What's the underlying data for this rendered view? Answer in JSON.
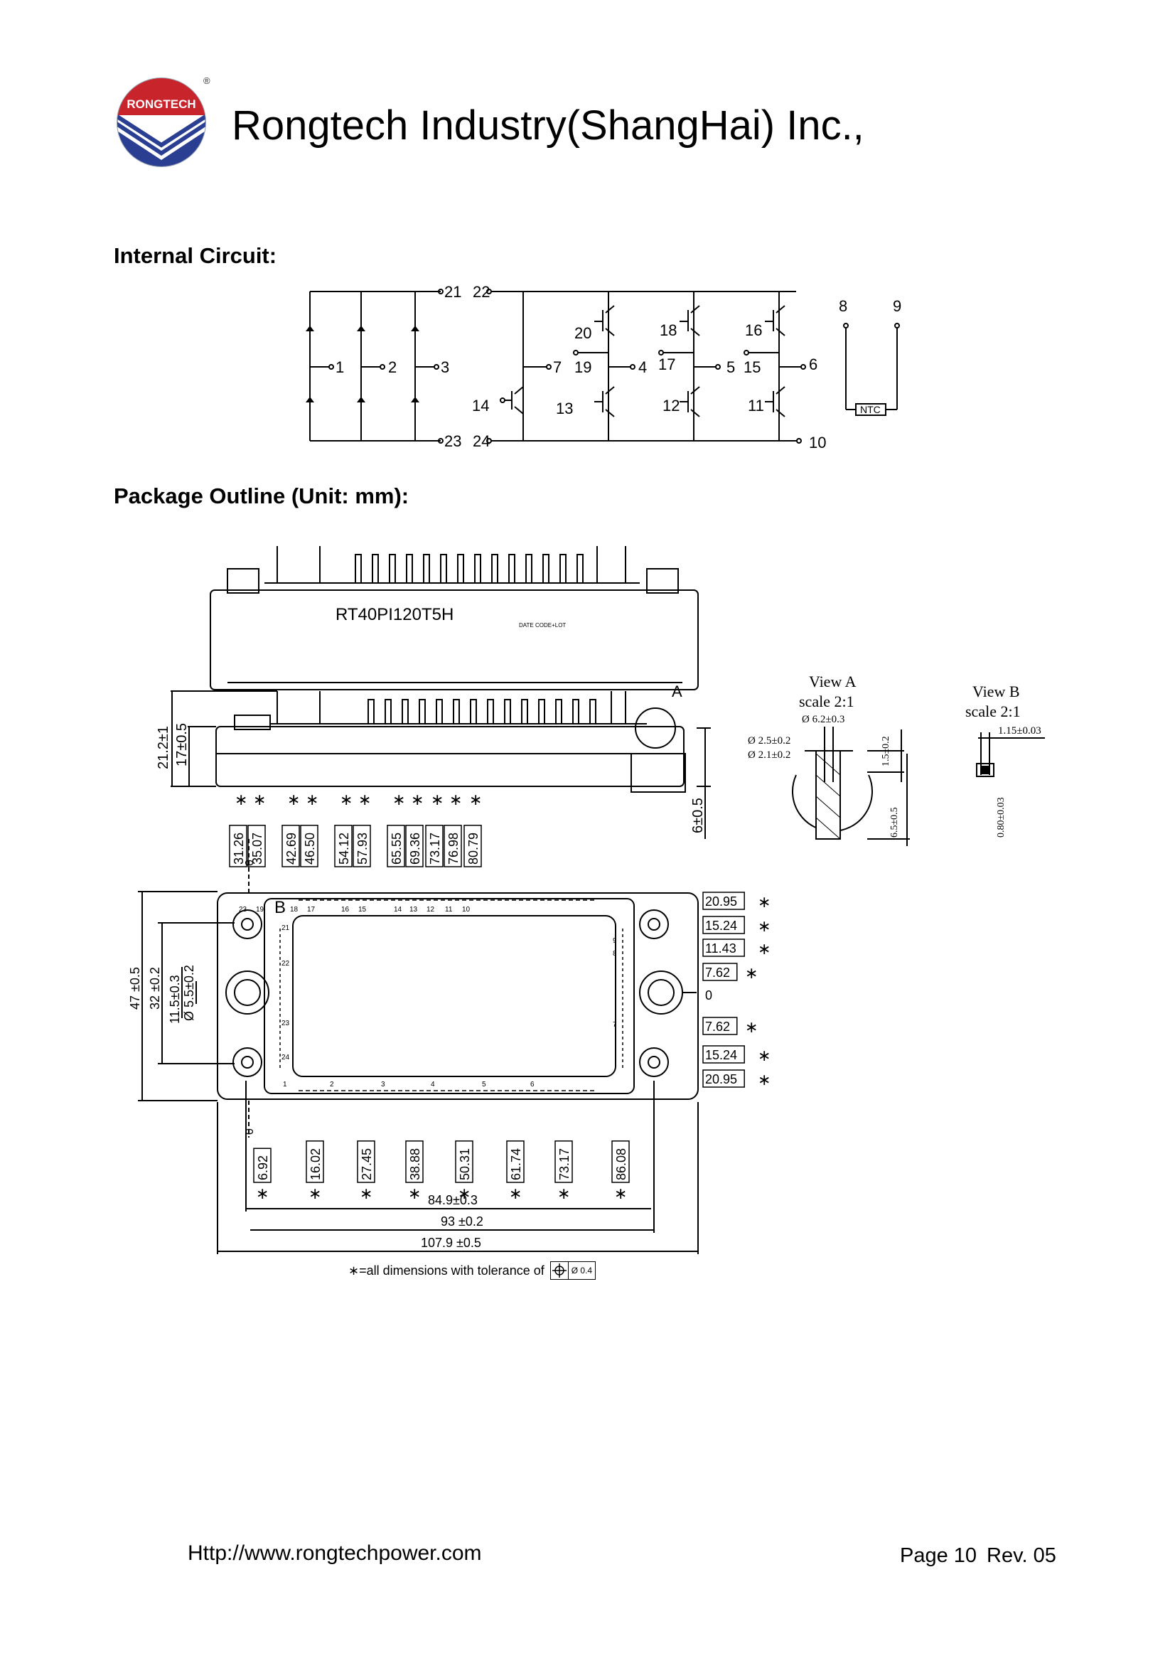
{
  "header": {
    "company_name": "Rongtech Industry(ShangHai) Inc.,",
    "logo_text": "RONGTECH",
    "registered_mark": "®"
  },
  "sections": {
    "internal_circuit_title": "Internal Circuit:",
    "package_outline_title": "Package Outline (Unit: mm):"
  },
  "circuit": {
    "terminals": [
      "21",
      "22",
      "23",
      "24",
      "1",
      "2",
      "3",
      "7",
      "4",
      "5",
      "6",
      "8",
      "9",
      "10",
      "11",
      "12",
      "13",
      "14",
      "15",
      "16",
      "17",
      "18",
      "19",
      "20"
    ],
    "ntc_label": "NTC"
  },
  "outline": {
    "part_number": "RT40PI120T5H",
    "date_code": "DATE CODE+LOT",
    "marker_a": "A",
    "marker_b": "B",
    "height_total": "21.2±1",
    "height_body": "17±0.5",
    "pin_height": "6±0.5",
    "view_a_title": "View A",
    "view_a_scale": "scale 2:1",
    "view_a_dia_outer": "Ø 6.2±0.3",
    "view_a_dia_1": "Ø 2.5±0.2",
    "view_a_dia_2": "Ø 2.1±0.2",
    "view_a_dim_v1": "1.5±0.2",
    "view_a_dim_v2": "6.5±0.5",
    "view_b_title": "View B",
    "view_b_scale": "scale 2:1",
    "view_b_dim_w": "1.15±0.03",
    "view_b_dim_h": "0.80±0.03",
    "top_dims": [
      "31.26",
      "35.07",
      "42.69",
      "46.50",
      "54.12",
      "57.93",
      "65.55",
      "69.36",
      "73.17",
      "76.98",
      "80.79"
    ],
    "bottom_dims": [
      "6.92",
      "16.02",
      "27.45",
      "38.88",
      "50.31",
      "61.74",
      "73.17",
      "86.08"
    ],
    "right_dims": [
      "20.95",
      "15.24",
      "11.43",
      "7.62",
      "0",
      "7.62",
      "15.24",
      "20.95"
    ],
    "left_dims": [
      "47 ±0.5",
      "32 ±0.2",
      "11.5±0.3",
      "Ø 5.5±0.2"
    ],
    "zero_label": "0",
    "top_pin_labels": [
      "23",
      "19",
      "18",
      "17",
      "16",
      "15",
      "14",
      "13",
      "12",
      "11",
      "10"
    ],
    "bottom_pin_labels": [
      "1",
      "2",
      "3",
      "4",
      "5",
      "6"
    ],
    "left_pin_labels": [
      "21",
      "22",
      "23",
      "24"
    ],
    "right_pin_labels": [
      "9",
      "8",
      "7"
    ],
    "width_1": "84.9±0.3",
    "width_2": "93 ±0.2",
    "width_3": "107.9 ±0.5",
    "tolerance_note": "∗=all dimensions with tolerance of",
    "tolerance_value": "Ø 0.4",
    "star": "∗"
  },
  "footer": {
    "url": "Http://www.rongtechpower.com",
    "page": "Page 10",
    "rev": "Rev. 05"
  }
}
